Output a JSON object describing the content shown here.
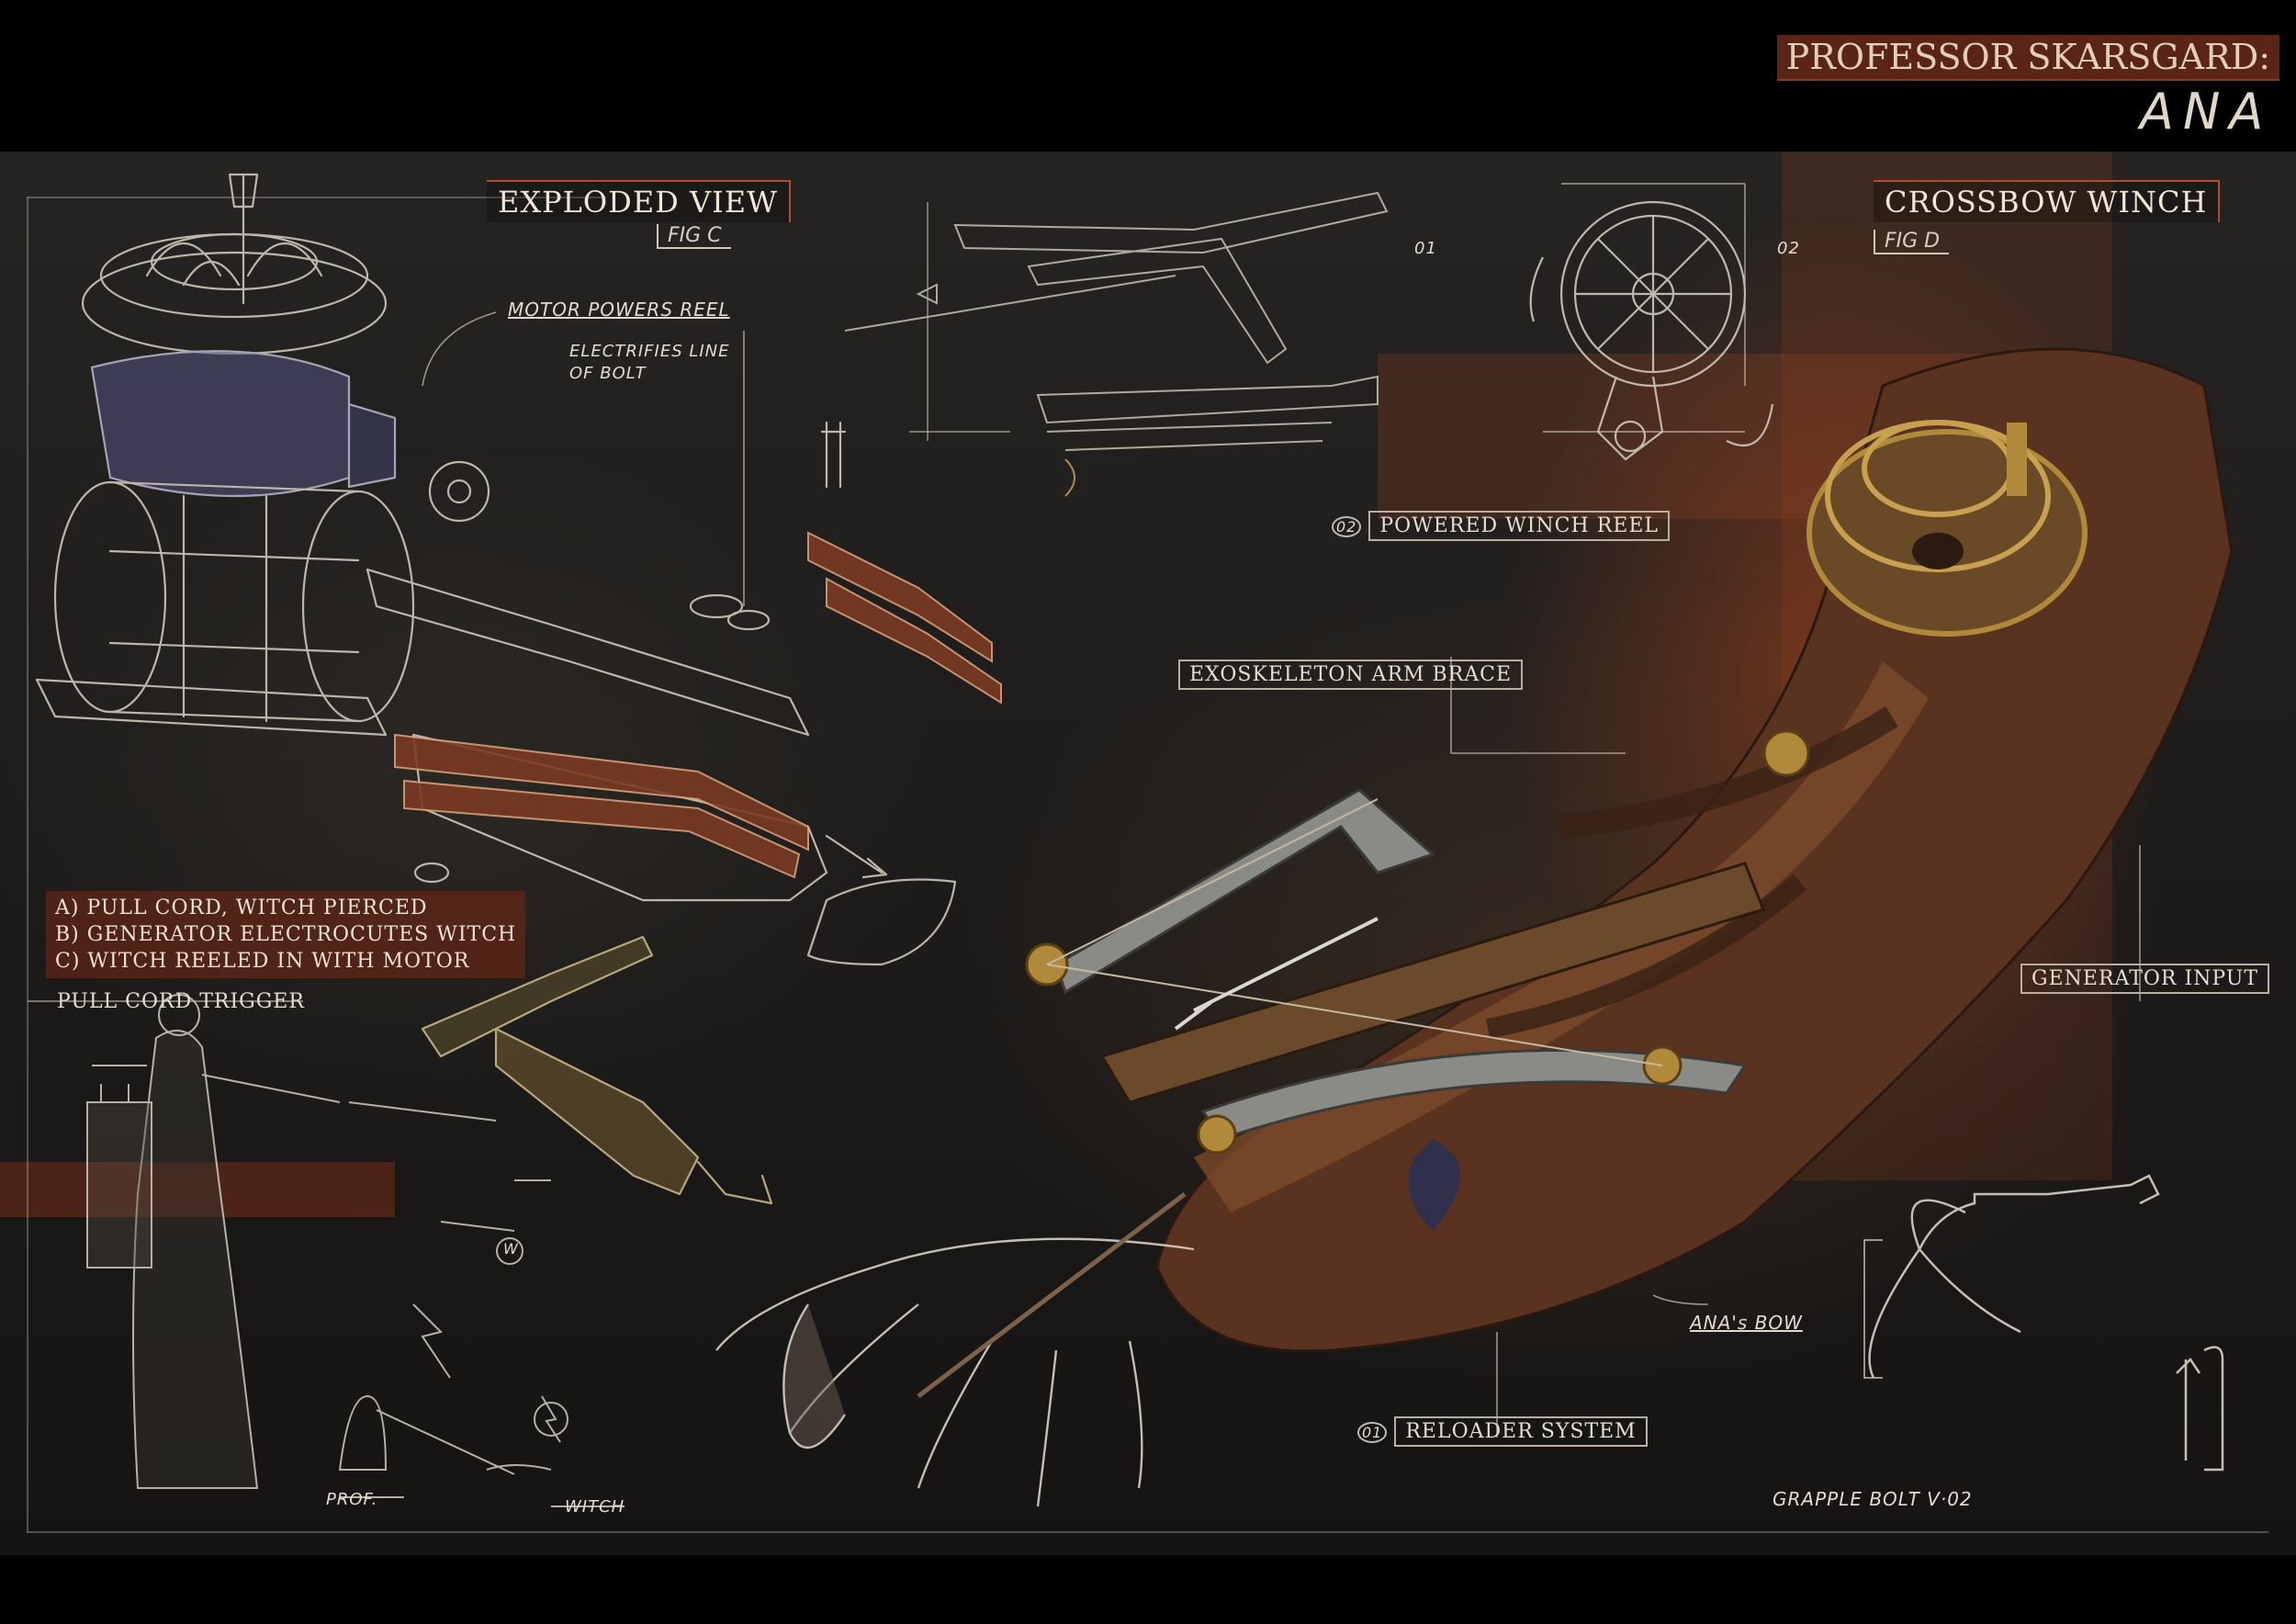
{
  "header": {
    "author": "PROFESSOR SKARSGARD",
    "colon": ":",
    "subject": "ANA"
  },
  "sections": {
    "exploded_view": {
      "title": "EXPLODED VIEW",
      "fig": "FIG C"
    },
    "crossbow_winch": {
      "title": "CROSSBOW WINCH",
      "fig": "FIG D"
    }
  },
  "callouts": {
    "motor_powers_reel": "MOTOR POWERS REEL",
    "electrifies_line_1": "ELECTRIFIES LINE",
    "electrifies_line_2": "OF BOLT",
    "powered_winch_reel_num": "02",
    "powered_winch_reel": "POWERED WINCH REEL",
    "exoskeleton_arm_brace": "EXOSKELETON ARM BRACE",
    "generator_input": "GENERATOR INPUT",
    "pull_cord_trigger": "PULL CORD TRIGGER",
    "anas_bow": "ANA's BOW",
    "reloader_system_num": "01",
    "reloader_system": "RELOADER SYSTEM",
    "grapple_bolt": "GRAPPLE BOLT V·02",
    "num_01": "01",
    "num_02": "02"
  },
  "sequence_notes": [
    "A) PULL CORD, WITCH PIERCED",
    "B) GENERATOR ELECTROCUTES WITCH",
    "C) WITCH REELED IN WITH MOTOR"
  ],
  "sketch_labels": {
    "prof": "PROF.",
    "witch": "WITCH",
    "w_marker": "W"
  },
  "colors": {
    "rust_accent": "#b64a2a",
    "title_bar": "#5a2416",
    "background": "#1c1b1a",
    "line_art": "#d9d2c6",
    "brass": "#b08a3a",
    "copper": "#8a4a2a"
  }
}
